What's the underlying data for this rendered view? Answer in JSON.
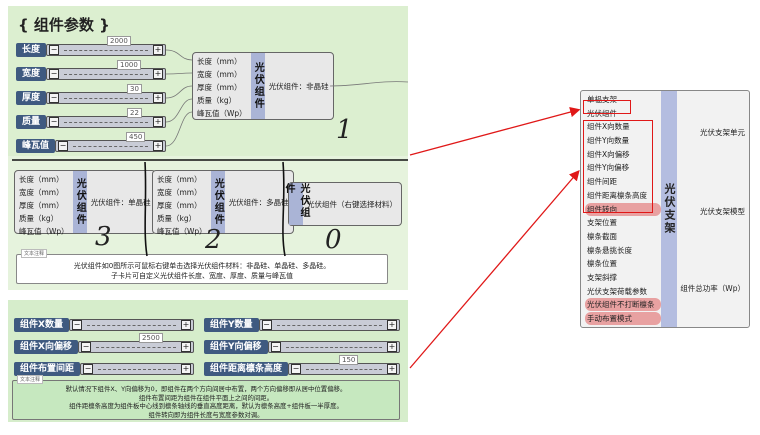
{
  "top": {
    "title": "{ 组件参数 }",
    "sliders": [
      {
        "label": "长度",
        "value": "2000"
      },
      {
        "label": "宽度",
        "value": "1000"
      },
      {
        "label": "厚度",
        "value": "30"
      },
      {
        "label": "质量",
        "value": "22"
      },
      {
        "label": "峰瓦值",
        "value": "450"
      }
    ],
    "comp": {
      "inputs": [
        "长度（mm）",
        "宽度（mm）",
        "厚度（mm）",
        "质量（kg）",
        "峰瓦值（Wp）"
      ],
      "name": "光伏组件",
      "output": "光伏组件：非晶硅"
    },
    "hand_label": "1"
  },
  "mid": {
    "comp_a": {
      "inputs": [
        "长度（mm）",
        "宽度（mm）",
        "厚度（mm）",
        "质量（kg）",
        "峰瓦值（Wp）"
      ],
      "name": "光伏组件",
      "output": "光伏组件：单晶硅"
    },
    "comp_b": {
      "inputs": [
        "长度（mm）",
        "宽度（mm）",
        "厚度（mm）",
        "质量（kg）",
        "峰瓦值（Wp）"
      ],
      "name": "光伏组件",
      "output": "光伏组件：多晶硅"
    },
    "comp_c": {
      "name": "光伏组件",
      "output": "光伏组件（右键选择材料）"
    },
    "hand_labels": [
      "3",
      "2",
      "0"
    ],
    "note": {
      "head": "文本注释",
      "lines": [
        "光伏组件如0图所示可鼠标右键单击选择光伏组件材料：非晶硅、单晶硅、多晶硅。",
        "子卡片可自定义光伏组件长度、宽度、厚度、质量与峰瓦值"
      ]
    }
  },
  "bottom": {
    "sliders": [
      {
        "label": "组件X数量",
        "value": ""
      },
      {
        "label": "组件Y数量",
        "value": ""
      },
      {
        "label": "组件X向偏移",
        "value": "2500"
      },
      {
        "label": "组件Y向偏移",
        "value": ""
      },
      {
        "label": "组件布置间距",
        "value": ""
      },
      {
        "label": "组件距离檩条高度",
        "value": "150"
      }
    ],
    "note": {
      "head": "文本注释",
      "lines": [
        "默认情况下组件X、Y向偏移为0，即组件在两个方向间居中布置，两个方向偏移即从居中位置偏移。",
        "组件布置间距为组件在组件平面上之间的间距。",
        "组件距檩条高度为组件板中心线到檩条轴线的垂直高度距离，默认为檩条高度+组件板一半厚度。",
        "组件转向即为组件长度与宽度参数对调。"
      ]
    }
  },
  "big": {
    "name": "光伏支架",
    "inputs": [
      "单榀支架",
      "光伏组件",
      "组件X向数量",
      "组件Y向数量",
      "组件X向偏移",
      "组件Y向偏移",
      "组件间距",
      "组件距离檩条高度",
      "组件转向",
      "支架位置",
      "檩条截面",
      "檩条悬挑长度",
      "檩条位置",
      "支架斜撑",
      "光伏支架荷载参数",
      "光伏组件不打断檩条",
      "手动布置模式"
    ],
    "outputs": [
      "光伏支架单元",
      "光伏支架模型",
      "组件总功率（Wp）"
    ]
  },
  "colors": {
    "accent_red": "#e01818",
    "slider_label_bg": "#3f5a80",
    "group_green": "#dcefd0"
  }
}
